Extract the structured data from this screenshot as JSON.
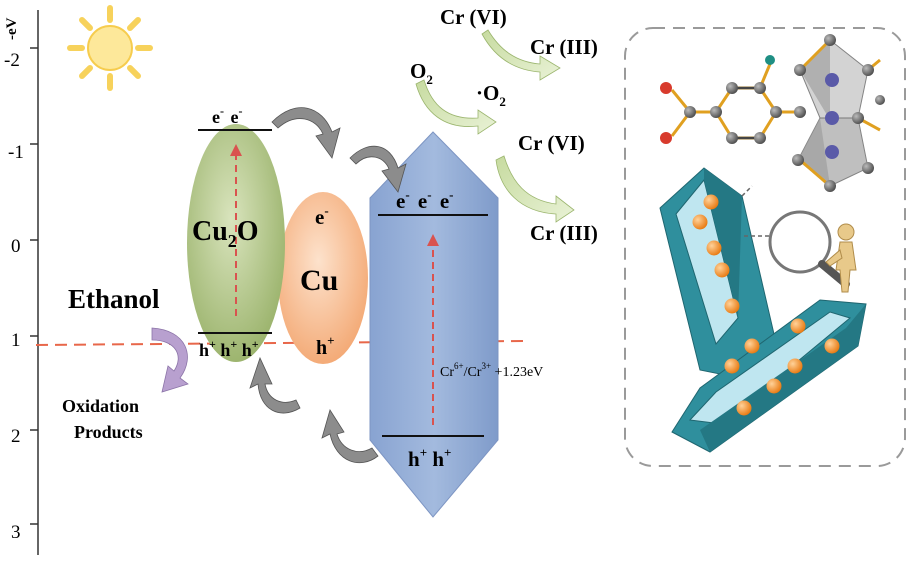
{
  "axis": {
    "unit_label": "-eV",
    "ticks": [
      "-2",
      "-1",
      "0",
      "1",
      "2",
      "3"
    ]
  },
  "cu2o": {
    "name_main": "Cu",
    "name_sub": "2",
    "name_end": "O",
    "electron": "e",
    "electron_sup": "-",
    "hole": "h",
    "hole_sup": "+"
  },
  "cu": {
    "electron": "e",
    "electron_sup": "-",
    "name": "Cu",
    "hole": "h",
    "hole_sup": "+"
  },
  "mof": {
    "electron": "e",
    "electron_sup": "-",
    "hole": "h",
    "hole_sup": "+"
  },
  "labels": {
    "ethanol": "Ethanol",
    "oxidation_line1": "Oxidation",
    "oxidation_line2": "Products",
    "potential_a": "Cr",
    "potential_a_sup": "6+",
    "potential_slash": "/Cr",
    "potential_b_sup": "3+",
    "potential_value": " +1.23eV",
    "cr6_top": "Cr (VI)",
    "cr3_top": "Cr (III)",
    "o2": "O",
    "o2_sub": "2",
    "radical": "·O",
    "radical_sub": "2",
    "cr6_mid": "Cr (VI)",
    "cr3_mid": "Cr (III)"
  },
  "colors": {
    "cu2o": "#b5c98d",
    "cu": "#f6b98b",
    "mof": "#94add6",
    "dashed": "#e06040",
    "crystal": "#2f8f9d",
    "particle": "#f08a1d"
  }
}
